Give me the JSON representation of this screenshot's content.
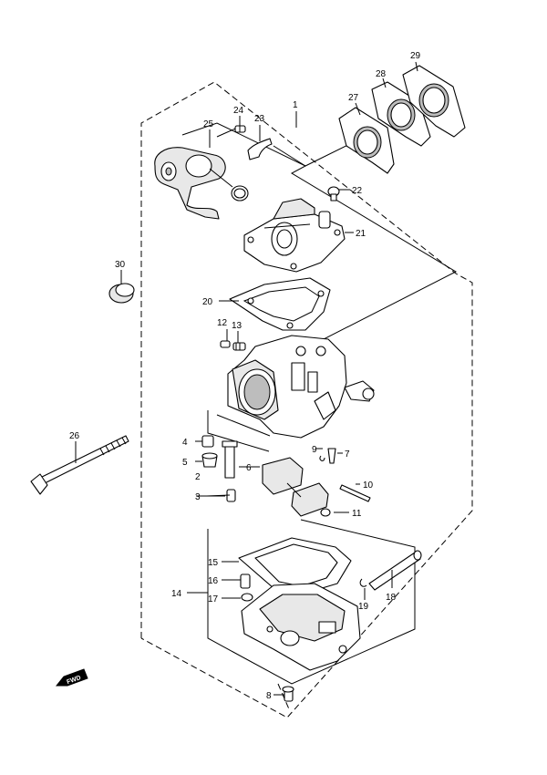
{
  "callouts": {
    "c1": "1",
    "c2": "2",
    "c3": "3",
    "c4": "4",
    "c5": "5",
    "c6": "6",
    "c7": "7",
    "c8": "8",
    "c9": "9",
    "c10": "10",
    "c11": "11",
    "c12": "12",
    "c13": "13",
    "c14": "14",
    "c15": "15",
    "c16": "16",
    "c17": "17",
    "c18": "18",
    "c19": "19",
    "c20": "20",
    "c21": "21",
    "c22": "22",
    "c23": "23",
    "c24": "24",
    "c25": "25",
    "c26": "26",
    "c27": "27",
    "c28": "28",
    "c29": "29",
    "c30": "30"
  },
  "direction_marker": {
    "label": "FWD"
  }
}
